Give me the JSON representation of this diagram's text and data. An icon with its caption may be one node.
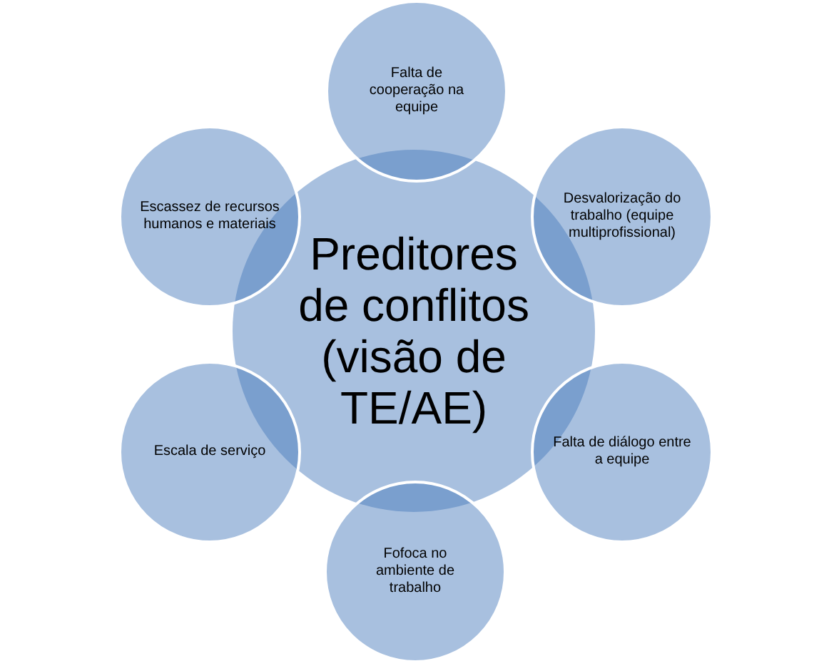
{
  "diagram": {
    "nodes": [
      {
        "text": [
          "Preditores de conflitos (visão de TE/AE)"
        ]
      },
      {
        "text": [
          "Falta de cooperação na equipe"
        ]
      },
      {
        "text": [
          "Desvalorização do trabalho (equipe multiprofissional)"
        ]
      },
      {
        "text": [
          "Falta de diálogo entre a equipe"
        ]
      },
      {
        "text": [
          "Fofoca no ambiente de trabalho"
        ]
      },
      {
        "text": [
          "Escala de serviço"
        ]
      },
      {
        "text": [
          "Escassez de recursos humanos e materiais"
        ]
      }
    ]
  }
}
